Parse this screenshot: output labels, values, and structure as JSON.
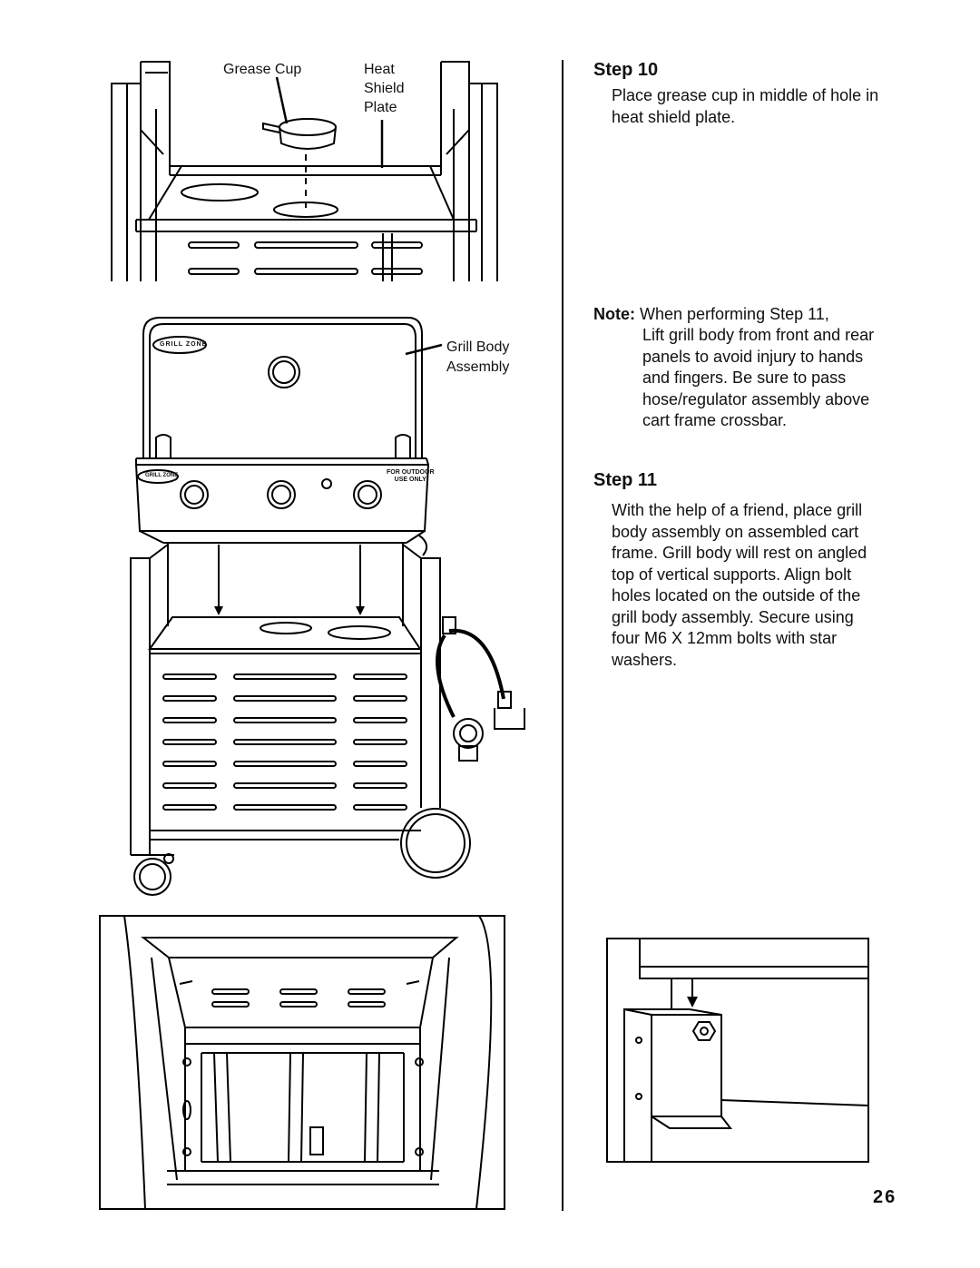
{
  "labels": {
    "grease_cup": "Grease Cup",
    "heat_shield": [
      "Heat",
      "Shield",
      "Plate"
    ],
    "grill_body": [
      "Grill Body",
      "Assembly"
    ]
  },
  "control_panel": {
    "brand": "GRILL ZONE",
    "outdoor_use": [
      "FOR OUTDOOR",
      "USE ONLY"
    ]
  },
  "step10": {
    "heading": "Step 10",
    "text": "Place grease cup in middle of hole in heat shield plate."
  },
  "note": {
    "label": "Note:",
    "first_line": "When performing Step 11,",
    "text": "Lift grill body from front and rear panels to avoid injury to hands and fingers. Be sure to pass hose/regulator assembly above cart frame crossbar."
  },
  "step11": {
    "heading": "Step 11",
    "text": "With the help of a friend, place grill body assembly on assembled cart frame. Grill body will rest on angled top of vertical supports. Align bolt holes located on the outside of the grill body assembly. Secure using four M6 X 12mm bolts with star washers."
  },
  "page_number": "26"
}
